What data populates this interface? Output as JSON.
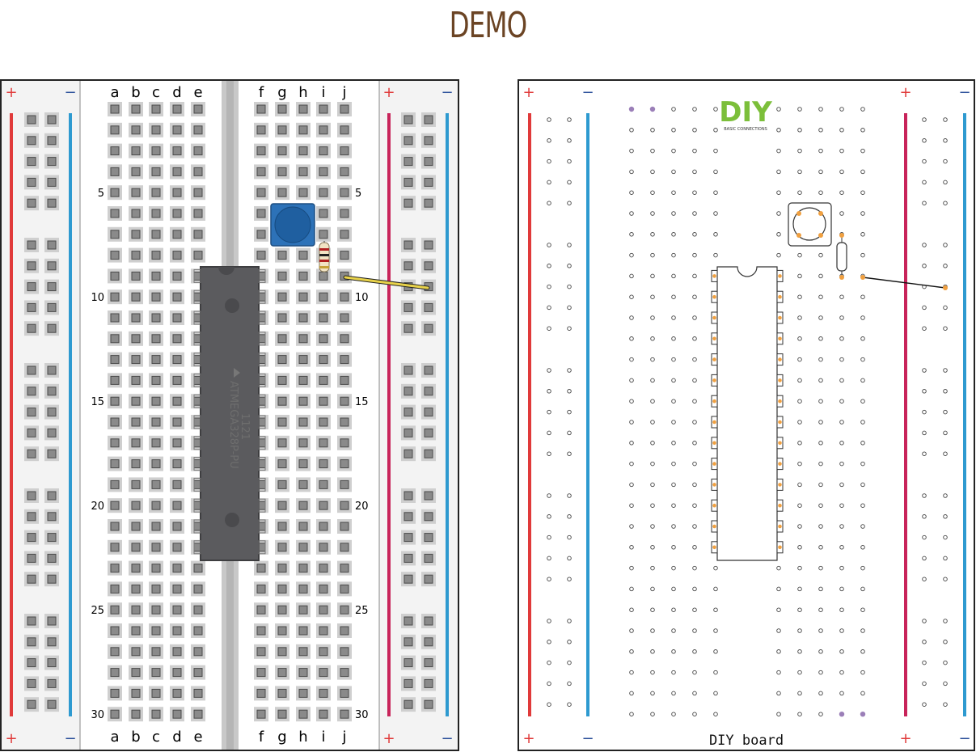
{
  "title": "DEMO",
  "left_board": {
    "columns_left": [
      "a",
      "b",
      "c",
      "d",
      "e"
    ],
    "columns_right": [
      "f",
      "g",
      "h",
      "i",
      "j"
    ],
    "row_count": 30,
    "row_labels": [
      "5",
      "10",
      "15",
      "20",
      "25",
      "30"
    ],
    "rail_plus": "+",
    "rail_minus": "−",
    "chip_text_line1": "ATMEGA328P-PU",
    "chip_text_line2": "1121"
  },
  "right_board": {
    "label": "DIY board",
    "logo_text": "DIY",
    "logo_subtitle": "BASIC CONNECTIONS",
    "rail_plus": "+",
    "rail_minus": "−"
  },
  "colors": {
    "title": "#6b4424",
    "rail_red": "#e03a3a",
    "rail_blue": "#2e9ad0",
    "rail_crimson": "#c8245a",
    "hole_fill": "#cfcfcf",
    "chip": "#5b5b5e",
    "button": "#2d72b8",
    "wire": "#e8d24a",
    "pad_orange": "#f0a040",
    "purple_dot": "#9b7fb8"
  }
}
